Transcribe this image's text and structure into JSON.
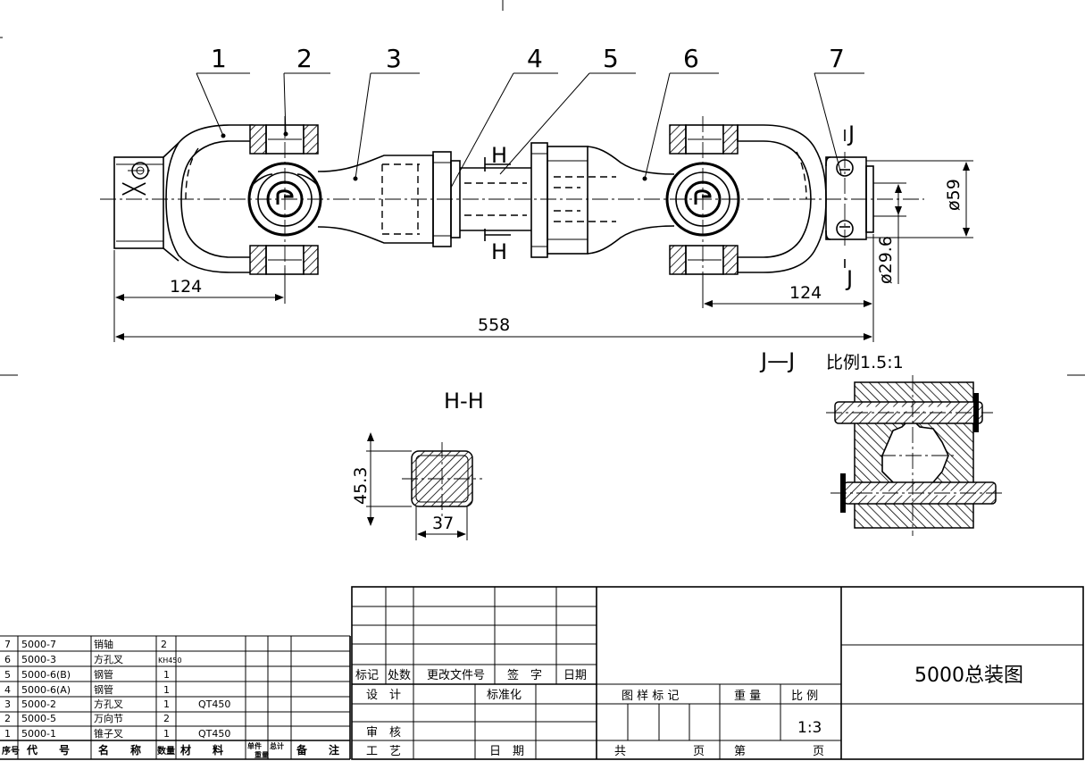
{
  "part_labels": [
    "1",
    "2",
    "3",
    "4",
    "5",
    "6",
    "7"
  ],
  "dimensions": {
    "left_124": "124",
    "right_124": "124",
    "overall": "558",
    "dia_59": "ø59",
    "dia_29_6": "ø29.6",
    "hh_height": "45.3",
    "hh_width": "37"
  },
  "section_marks": {
    "h_top": "H",
    "h_bottom": "H",
    "j_top": "J",
    "j_bottom": "J"
  },
  "views": {
    "hh_title": "H-H",
    "jj_title": "J—J",
    "jj_scale": "比例1.5:1"
  },
  "bom": {
    "rows": [
      {
        "no": "7",
        "code": "5000-7",
        "name": "销轴",
        "qty": "2",
        "material": ""
      },
      {
        "no": "6",
        "code": "5000-3",
        "name": "方孔叉",
        "qty": "KH450",
        "material": ""
      },
      {
        "no": "5",
        "code": "5000-6(B)",
        "name": "钢管",
        "qty": "1",
        "material": ""
      },
      {
        "no": "4",
        "code": "5000-6(A)",
        "name": "钢管",
        "qty": "1",
        "material": ""
      },
      {
        "no": "3",
        "code": "5000-2",
        "name": "方孔叉",
        "qty": "1",
        "material": "QT450"
      },
      {
        "no": "2",
        "code": "5000-5",
        "name": "万向节",
        "qty": "2",
        "material": ""
      },
      {
        "no": "1",
        "code": "5000-1",
        "name": "锥子叉",
        "qty": "1",
        "material": "QT450"
      }
    ],
    "header": {
      "no": "序号",
      "code": "代　　号",
      "name": "名　　称",
      "qty": "数量",
      "material": "材　　料",
      "unit_weight": "单件",
      "total_weight": "总计",
      "weight": "重量",
      "note": "备　　注"
    }
  },
  "title_block": {
    "mark": "标记",
    "count": "处数",
    "change_doc": "更改文件号",
    "signature": "签　字",
    "date": "日期",
    "design": "设　计",
    "standardize": "标准化",
    "sample_mark": "图 样 标 记",
    "weight": "重 量",
    "scale": "比 例",
    "scale_value": "1:3",
    "check": "审　核",
    "process": "工　艺",
    "date2": "日　期",
    "total": "共",
    "sheet": "页",
    "page_no": "第",
    "sheet2": "页",
    "drawing_title": "5000总装图"
  }
}
